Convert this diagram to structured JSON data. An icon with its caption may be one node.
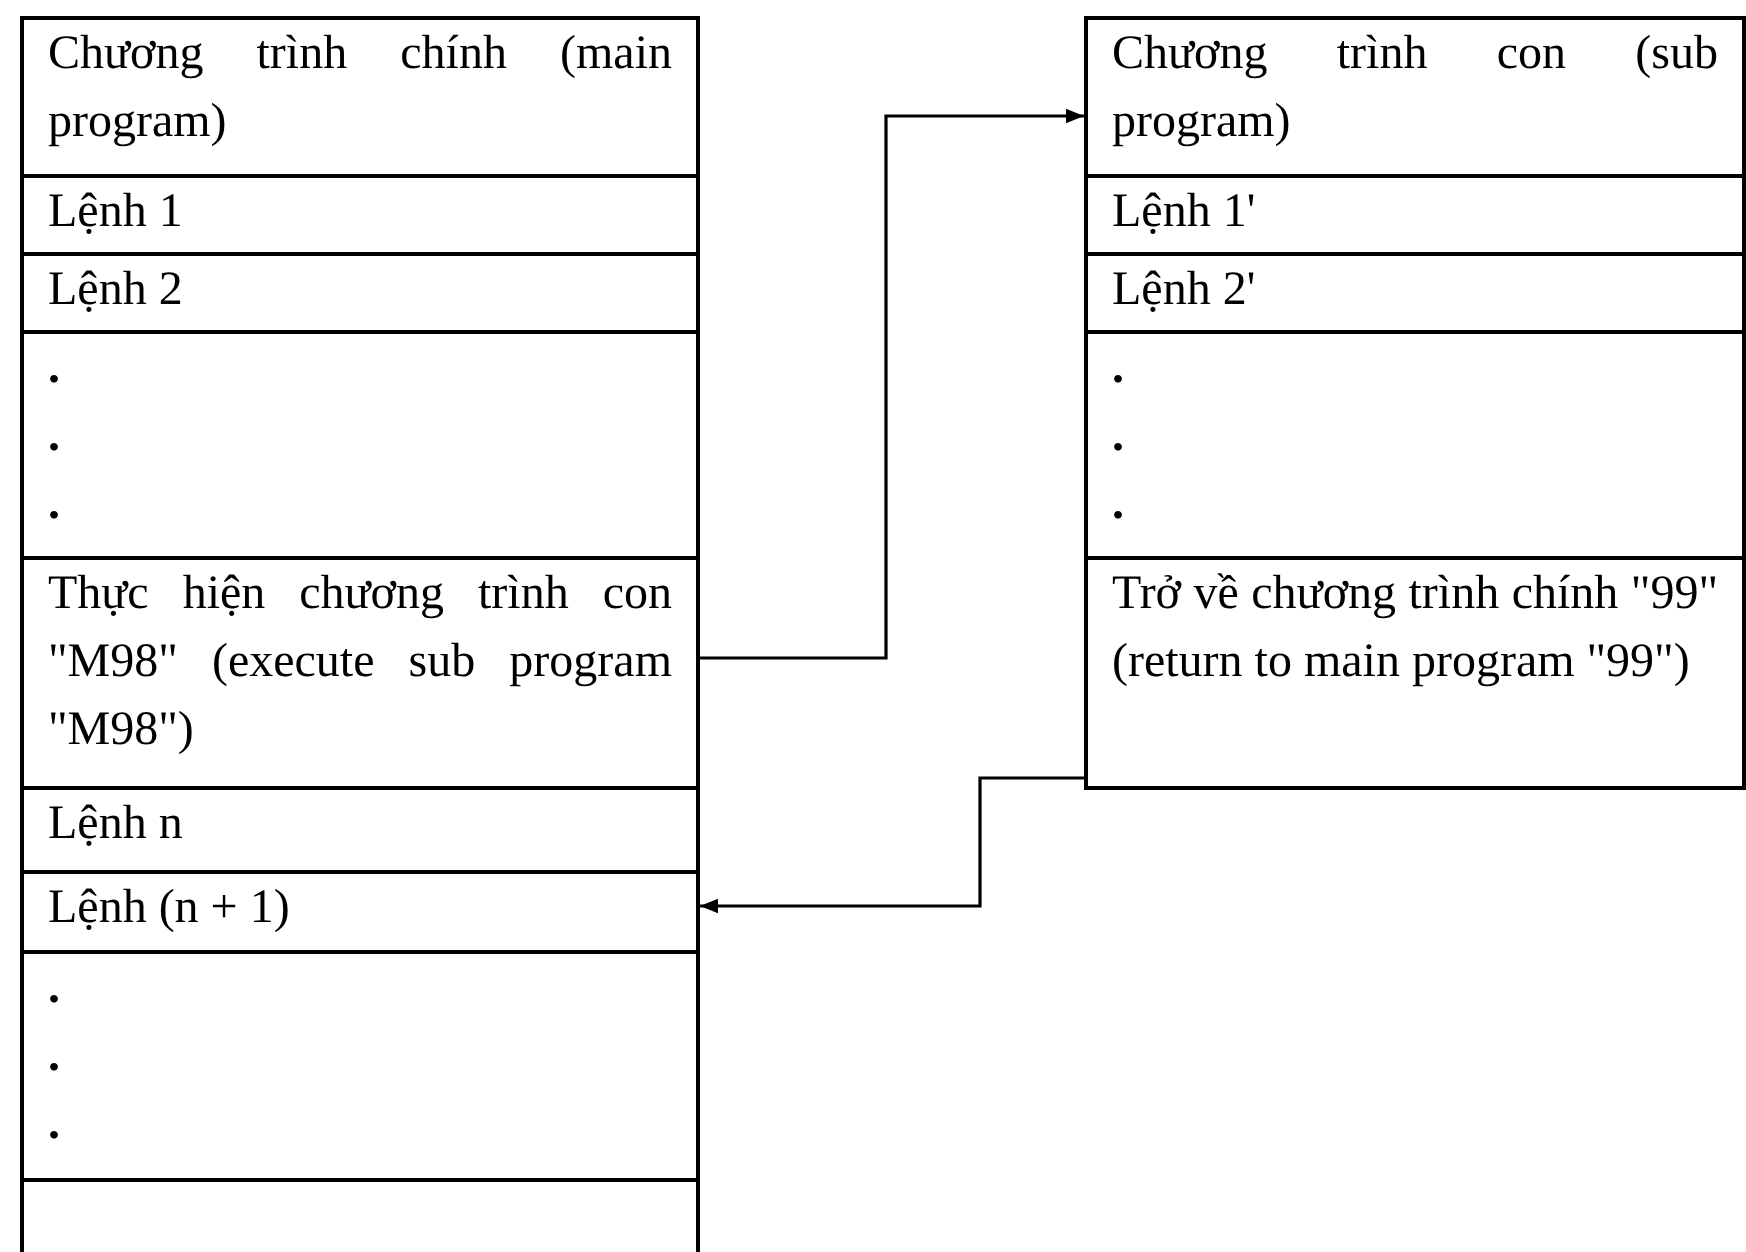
{
  "diagram": {
    "nodes": [
      {
        "text": [
          "Chương trình chính (main program)"
        ]
      },
      {
        "text": [
          "Lệnh 1"
        ]
      },
      {
        "text": [
          "Lệnh 2"
        ]
      },
      {
        "text": [
          ".",
          ".",
          "."
        ]
      },
      {
        "text": [
          "Thực hiện chương trình con \"M98\" (execute sub program \"M98\")"
        ]
      },
      {
        "text": [
          "Lệnh n"
        ]
      },
      {
        "text": [
          "Lệnh (n + 1)"
        ]
      },
      {
        "text": [
          ".",
          ".",
          "."
        ]
      },
      {
        "text": [],
        "shape": "box"
      },
      {
        "text": [
          "Chương trình con (sub program)"
        ]
      },
      {
        "text": [
          "Lệnh 1'"
        ]
      },
      {
        "text": [
          "Lệnh 2'"
        ]
      },
      {
        "text": [
          ".",
          ".",
          "."
        ]
      },
      {
        "text": [
          "Trở về chương trình chính \"99\" (return to main program \"99\")"
        ]
      }
    ],
    "edges": [
      {
        "from": 4,
        "to": 9,
        "arrow": "to"
      },
      {
        "from": 13,
        "to": 6,
        "arrow": "to"
      }
    ]
  }
}
